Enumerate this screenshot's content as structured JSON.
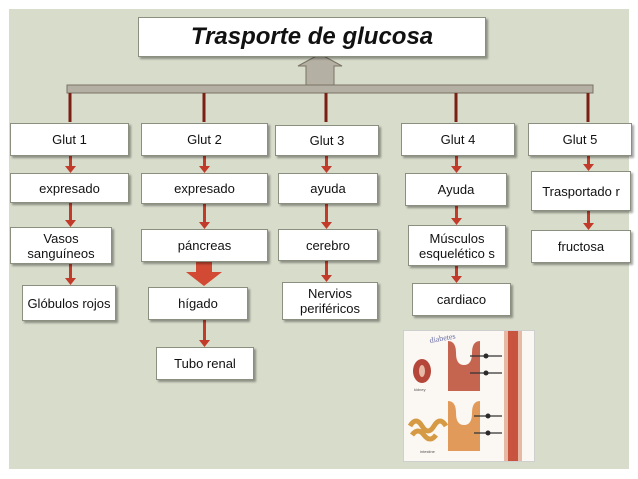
{
  "title": "Trasporte de glucosa",
  "colors": {
    "background": "#d8dccb",
    "connector": "#7a1f14",
    "arrow": "#b5b0a4"
  },
  "columns": [
    {
      "header": "Glut 1",
      "items": [
        "expresado",
        "Vasos sanguíneos",
        "Glóbulos rojos"
      ]
    },
    {
      "header": "Glut 2",
      "items": [
        "expresado",
        "páncreas",
        "hígado",
        "Tubo renal"
      ]
    },
    {
      "header": "Glut 3",
      "items": [
        "ayuda",
        "cerebro",
        "Nervios periféricos"
      ]
    },
    {
      "header": "Glut 4",
      "items": [
        "Ayuda",
        "Músculos esquelético s",
        "cardiaco"
      ]
    },
    {
      "header": "Glut 5",
      "items": [
        "Trasportado r",
        "fructosa"
      ]
    }
  ],
  "illustration": {
    "caption": "diabetes",
    "labels": [
      "kidney",
      "intestine"
    ]
  }
}
